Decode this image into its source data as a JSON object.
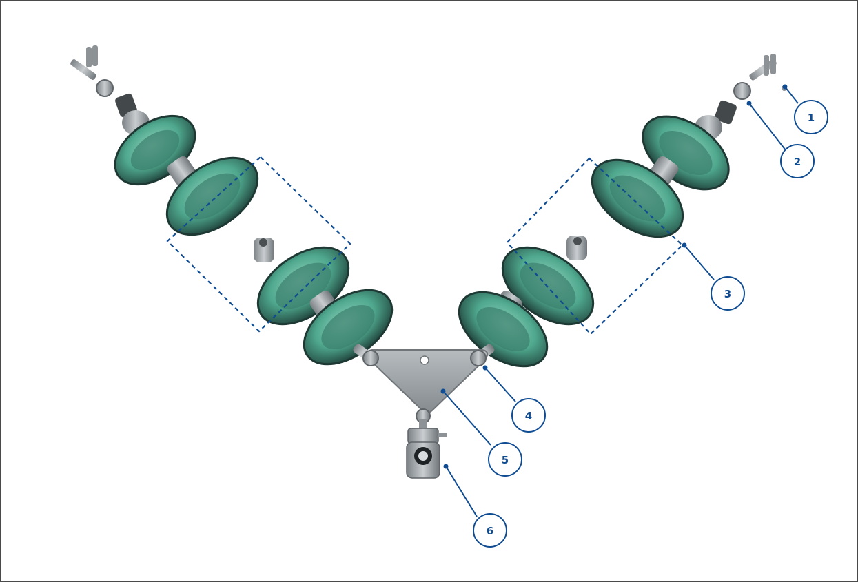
{
  "colors": {
    "callout": "#0f4c92",
    "glass": "#5fb49a",
    "glass_dark": "#1f3a35",
    "metal": "#a9aeb1",
    "metal_dark": "#6e7478",
    "frame": "#4a4a4a"
  },
  "callouts": [
    {
      "label": "1",
      "part": "clevis-pin"
    },
    {
      "label": "2",
      "part": "tongue-clevis"
    },
    {
      "label": "3",
      "part": "insulator-string"
    },
    {
      "label": "4",
      "part": "socket-eye"
    },
    {
      "label": "5",
      "part": "yoke-plate"
    },
    {
      "label": "6",
      "part": "suspension-clamp"
    }
  ]
}
